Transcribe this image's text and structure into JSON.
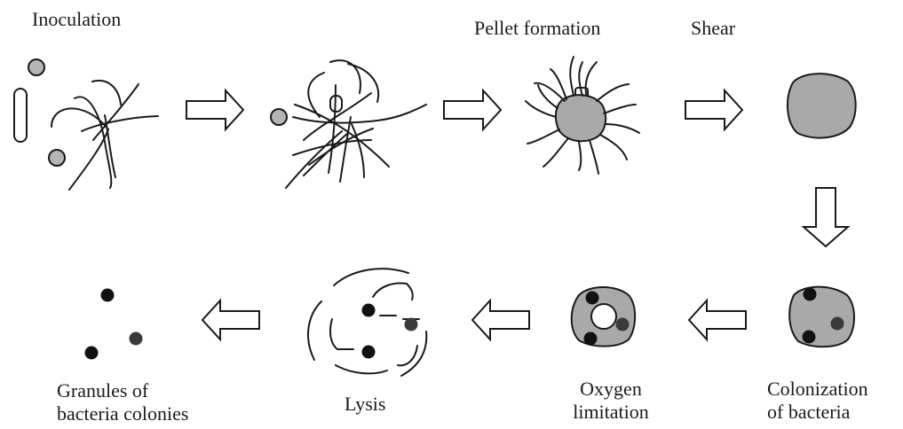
{
  "labels": {
    "inoculation": "Inoculation",
    "pellet_formation": "Pellet formation",
    "shear": "Shear",
    "colonization": [
      "Colonization",
      "of bacteria"
    ],
    "oxygen_limitation": [
      "Oxygen",
      "limitation"
    ],
    "lysis": "Lysis",
    "granules": [
      "Granules of",
      "bacteria colonies"
    ]
  },
  "colors": {
    "stroke": "#1a1a1a",
    "pellet_fill": "#a9a9a9",
    "spore_fill": "#b5b5b5",
    "bacteria_fill": "#111111",
    "bacteria_dark_fill": "#3a3a3a",
    "arrow_fill": "#ffffff"
  }
}
